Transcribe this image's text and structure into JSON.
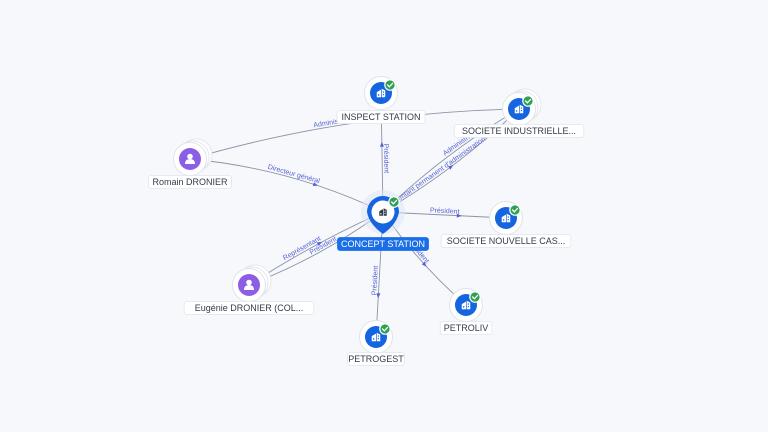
{
  "colors": {
    "company": "#1565e0",
    "person": "#8c5ee6",
    "check": "#2ea04f",
    "edge": "#8b93a7",
    "edge_label": "#5562d6",
    "main_label_bg": "#1a6fe8"
  },
  "center": {
    "id": "concept",
    "label": "CONCEPT STATION",
    "icon": "building-icon",
    "verified": true
  },
  "nodes": [
    {
      "id": "inspect",
      "label": "INSPECT STATION",
      "type": "company",
      "icon": "building-icon",
      "verified": true
    },
    {
      "id": "industrielle",
      "label": "SOCIETE INDUSTRIELLE...",
      "type": "company",
      "icon": "building-icon",
      "verified": true,
      "stacked": true
    },
    {
      "id": "nouvelle",
      "label": "SOCIETE NOUVELLE CAS...",
      "type": "company",
      "icon": "building-icon",
      "verified": true
    },
    {
      "id": "petroliv",
      "label": "PETROLIV",
      "type": "company",
      "icon": "building-icon",
      "verified": true
    },
    {
      "id": "petrogest",
      "label": "PETROGEST",
      "type": "company",
      "icon": "building-icon",
      "verified": true
    },
    {
      "id": "romain",
      "label": "Romain DRONIER",
      "type": "person",
      "icon": "person-icon",
      "stacked": true
    },
    {
      "id": "eugenie",
      "label": "Eugénie DRONIER (COL...",
      "type": "person",
      "icon": "person-icon",
      "stacked": true
    }
  ],
  "edges": [
    {
      "from": "concept",
      "to": "inspect",
      "label": "Président"
    },
    {
      "from": "concept",
      "to": "industrielle",
      "label": "Administrateur"
    },
    {
      "from": "concept",
      "to": "industrielle",
      "label": "Représentant permanent d'administration"
    },
    {
      "from": "concept",
      "to": "nouvelle",
      "label": "Président"
    },
    {
      "from": "concept",
      "to": "petroliv",
      "label": "Président"
    },
    {
      "from": "concept",
      "to": "petrogest",
      "label": "Président"
    },
    {
      "from": "romain",
      "to": "concept",
      "label": "Directeur général"
    },
    {
      "from": "romain",
      "to": "industrielle",
      "label": "Administrateur"
    },
    {
      "from": "eugenie",
      "to": "concept",
      "label": "Président"
    },
    {
      "from": "eugenie",
      "to": "concept",
      "label": "Représentant"
    }
  ]
}
